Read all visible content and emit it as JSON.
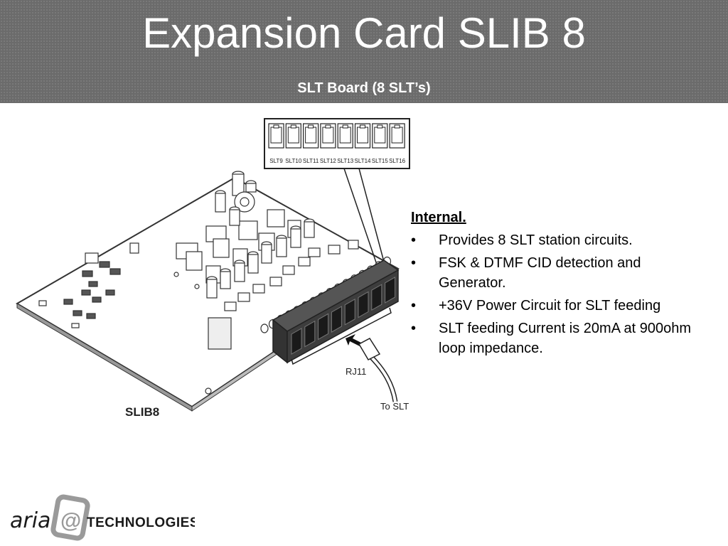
{
  "slide": {
    "title": "Expansion Card SLIB 8",
    "subtitle": "SLT Board (8 SLT’s)"
  },
  "diagram": {
    "board_label": "SLIB8",
    "connector_label": "RJ11",
    "destination_label": "To SLT",
    "port_labels": [
      "SLT9",
      "SLT10",
      "SLT11",
      "SLT12",
      "SLT13",
      "SLT14",
      "SLT15",
      "SLT16"
    ]
  },
  "content": {
    "heading": "Internal.",
    "bullet_symbol": "•",
    "bullets": [
      "Provides 8 SLT station circuits.",
      "FSK & DTMF CID detection and Generator.",
      "+36V Power Circuit for SLT feeding",
      "SLT feeding Current is 20mA at 900ohm loop impedance."
    ]
  },
  "logo": {
    "brand_left": "aria",
    "brand_mark": "@",
    "brand_right": "TECHNOLOGIES"
  }
}
